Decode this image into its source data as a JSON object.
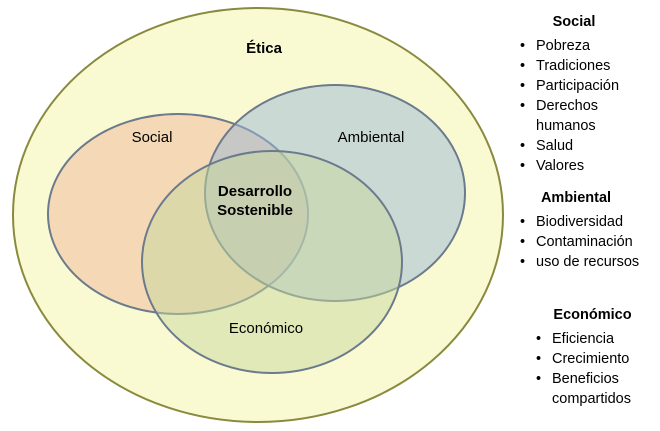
{
  "diagram": {
    "outer_label": "Ética",
    "center_label_line1": "Desarrollo",
    "center_label_line2": "Sostenible",
    "circles": [
      {
        "name": "Social",
        "color": "#f0b89a"
      },
      {
        "name": "Ambiental",
        "color": "#9ab8d6"
      },
      {
        "name": "Económico",
        "color": "#c6d79c"
      }
    ],
    "outer_color": "#fafad2"
  },
  "legend": [
    {
      "title": "Social",
      "items": [
        "Pobreza",
        "Tradiciones",
        "Participación",
        "Derechos humanos",
        "Salud",
        "Valores"
      ]
    },
    {
      "title": "Ambiental",
      "items": [
        "Biodiversidad",
        "Contaminación",
        "uso de recursos"
      ]
    },
    {
      "title": "Económico",
      "items": [
        "Eficiencia",
        "Crecimiento",
        "Beneficios compartidos"
      ]
    }
  ]
}
